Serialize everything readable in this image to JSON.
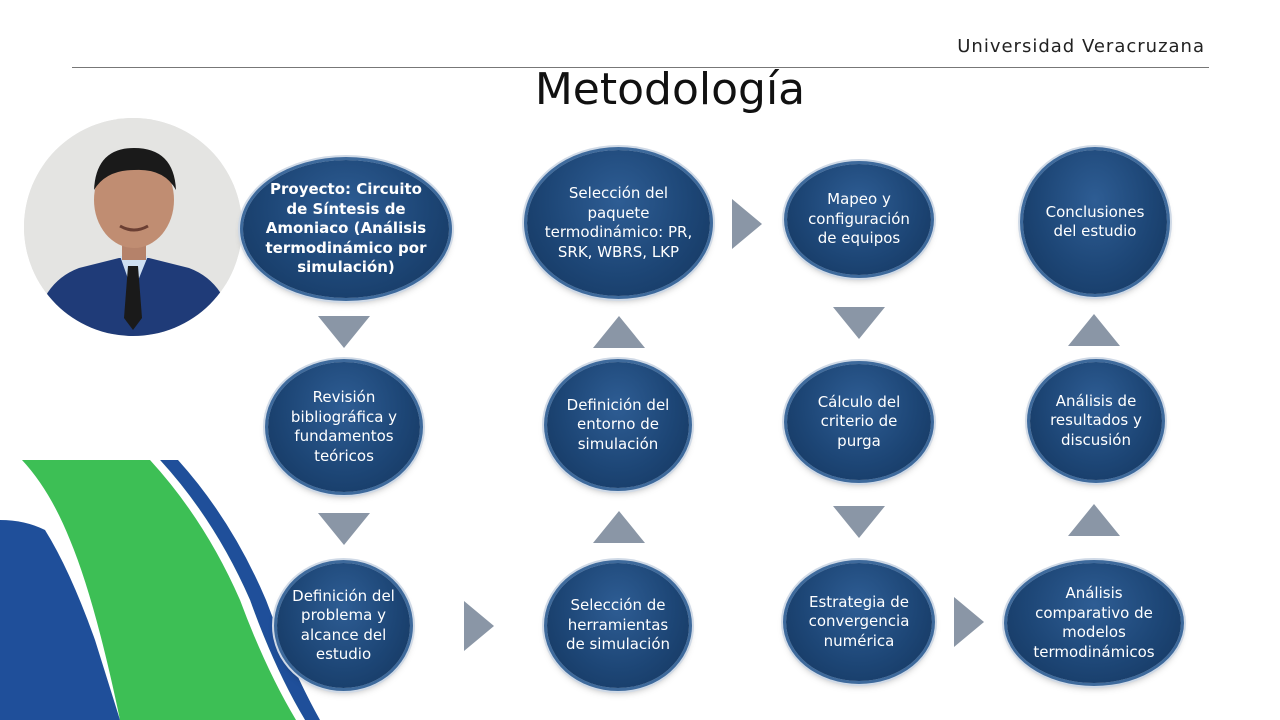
{
  "header": {
    "brand": "Universidad Veracruzana",
    "title": "Metodología"
  },
  "nodes": [
    {
      "id": "proyecto",
      "label": "Proyecto: Circuito de Síntesis de Amoniaco (Análisis termodinámico por simulación)"
    },
    {
      "id": "revision",
      "label": "Revisión bibliográfica y fundamentos teóricos"
    },
    {
      "id": "definicion-problema",
      "label": "Definición del problema y alcance del estudio"
    },
    {
      "id": "seleccion-herramientas",
      "label": "Selección de herramientas de simulación"
    },
    {
      "id": "definicion-entorno",
      "label": "Definición del entorno de simulación"
    },
    {
      "id": "seleccion-paquete",
      "label": "Selección del paquete termodinámico: PR, SRK, WBRS, LKP"
    },
    {
      "id": "mapeo",
      "label": "Mapeo y configuración de equipos"
    },
    {
      "id": "calculo-purga",
      "label": "Cálculo del criterio de purga"
    },
    {
      "id": "estrategia",
      "label": "Estrategia de convergencia numérica"
    },
    {
      "id": "analisis-comparativo",
      "label": "Análisis comparativo de modelos termodinámicos"
    },
    {
      "id": "analisis-resultados",
      "label": "Análisis de resultados y discusión"
    },
    {
      "id": "conclusiones",
      "label": "Conclusiones del estudio"
    }
  ],
  "colors": {
    "node_fill": "#1d4676",
    "arrow": "#8a96a6",
    "wave_green": "#3dbf55",
    "wave_blue": "#1f4f9a"
  }
}
